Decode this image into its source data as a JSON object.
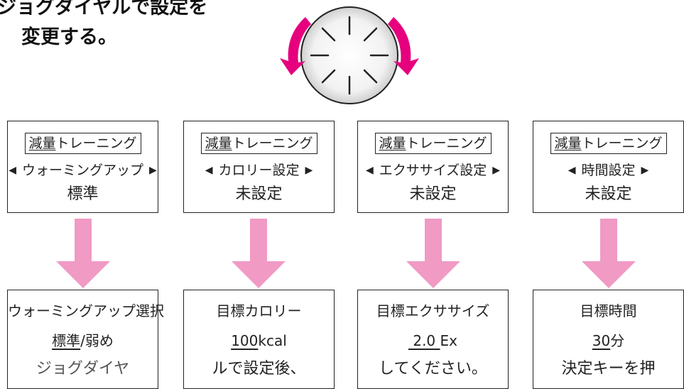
{
  "heading": {
    "line1": "ジョグダイヤルで設定を",
    "line2": "変更する。"
  },
  "colors": {
    "dial_arrow": "#e6007e",
    "down_arrow": "#f09ac4",
    "border": "#222222"
  },
  "dial": {
    "icon": "jog-dial-icon"
  },
  "screens": [
    {
      "mode_u": "減量",
      "mode_rest": "トレーニング",
      "left": "◀",
      "label": "ウォーミングアップ",
      "right": "▶",
      "value": "標準"
    },
    {
      "mode_u": "減量",
      "mode_rest": "トレーニング",
      "left": "◀",
      "label": "カロリー設定",
      "right": "▶",
      "value": "未設定"
    },
    {
      "mode_u": "減量",
      "mode_rest": "トレーニング",
      "left": "◀",
      "label": "エクササイズ設定",
      "right": "▶",
      "value": "未設定"
    },
    {
      "mode_u": "減量",
      "mode_rest": "トレーニング",
      "left": "◀",
      "label": "時間設定",
      "right": "▶",
      "value": "未設定"
    }
  ],
  "details": [
    {
      "line1": "ウォーミングアップ選択",
      "line2_u": "標準",
      "line2_rest": "/弱め",
      "line3": "ジョグダイヤ"
    },
    {
      "line1": "目標カロリー",
      "line2_u": "100",
      "line2_rest": "kcal",
      "line3": "ルで設定後、"
    },
    {
      "line1": "目標エクササイズ",
      "line2_u": " 2.0 ",
      "line2_rest": "Ex",
      "line3": "してください。"
    },
    {
      "line1": "目標時間",
      "line2_u": "30",
      "line2_rest": "分",
      "line3": "決定キーを押"
    }
  ]
}
